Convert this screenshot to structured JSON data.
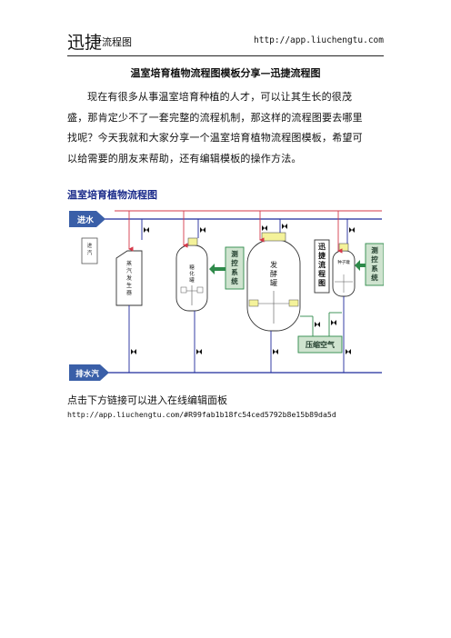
{
  "header": {
    "brand_main": "迅捷",
    "brand_sub": "流程图",
    "url": "http://app.liuchengtu.com"
  },
  "title": "温室培育植物流程图模板分享—迅捷流程图",
  "intro": {
    "lines": [
      "现在有很多从事温室培育种植的人才，可以让其生长的很茂",
      "盛，那肯定少不了一套完整的流程机制，那这样的流程图要去哪里",
      "找呢？今天我就和大家分享一个温室培育植物流程图模板，希望可",
      "以给需要的朋友来帮助，还有编辑模板的操作方法。"
    ]
  },
  "section_heading": "温室培育植物流程图",
  "diagram": {
    "labels": {
      "water_in": "进水",
      "steam_in": "进汽",
      "steam_generator": "蒸汽发生器",
      "saccharification_tank": "糖化罐",
      "monitor_1": "测控系统",
      "fermenter": "发酵罐",
      "watermark": "迅捷流程图",
      "seed_tank": "种子罐",
      "monitor_2": "测控系统",
      "compressed_air": "压缩空气",
      "drain_steam": "排水汽"
    },
    "colors": {
      "water_line": "#1e2a9c",
      "steam_line": "#d63a4a",
      "air_line": "#2e8a4a",
      "label_fill": "#3a5fa8",
      "monitor_fill": "#cfe3cf",
      "sensor_fill": "#f4f29a"
    }
  },
  "footer": {
    "prompt": "点击下方链接可以进入在线编辑面板",
    "link": "http://app.liuchengtu.com/#R99fab1b18fc54ced5792b8e15b89da5d"
  }
}
